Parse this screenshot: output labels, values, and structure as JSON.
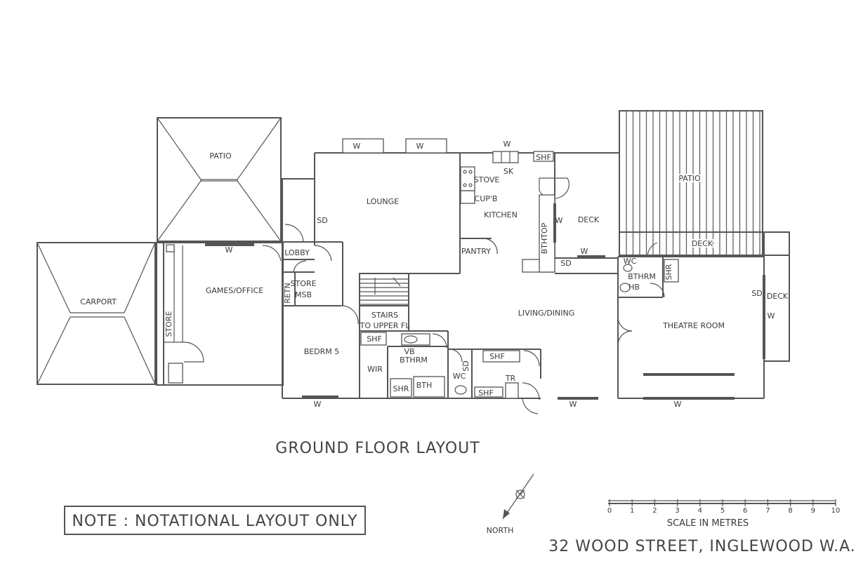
{
  "title": "GROUND FLOOR LAYOUT",
  "note": "NOTE : NOTATIONAL LAYOUT ONLY",
  "address": "32 WOOD STREET, INGLEWOOD W.A.",
  "north_label": "NORTH",
  "scale": {
    "label": "SCALE IN METRES",
    "ticks": [
      "0",
      "1",
      "2",
      "3",
      "4",
      "5",
      "6",
      "7",
      "8",
      "9",
      "10"
    ]
  },
  "rooms": {
    "patio_left": "PATIO",
    "patio_right": "PATIO",
    "carport": "CARPORT",
    "games_office": "GAMES/OFFICE",
    "store_left": "STORE",
    "lounge": "LOUNGE",
    "lobby": "LOBBY",
    "store_mid": "STORE",
    "msb": "MSB",
    "retn": "RETN",
    "kitchen": "KITCHEN",
    "pantry": "PANTRY",
    "stove": "STOVE",
    "cupb": "CUP'B",
    "deck_top": "DECK",
    "deck_mid": "DECK",
    "deck_right": "DECK",
    "bthtop": "BTHTOP",
    "stairs_1": "STAIRS",
    "stairs_2": "TO UPPER FL",
    "living_dining": "LIVING/DINING",
    "bedrm5": "BEDRM 5",
    "wir": "WIR",
    "vb": "VB",
    "bthrm_mid": "BTHRM",
    "bth": "BTH",
    "shr_mid": "SHR",
    "shf_mid": "SHF",
    "wc_mid": "WC",
    "shf_lower": "SHF",
    "shf_lower2": "SHF",
    "tr": "TR",
    "theatre": "THEATRE ROOM",
    "wc_right": "WC",
    "bthrm_right": "BTHRM",
    "hb": "HB",
    "shr_right": "SHR",
    "shf_top": "SHF",
    "sk": "SK"
  },
  "marks": {
    "w": "W",
    "sd": "SD"
  }
}
